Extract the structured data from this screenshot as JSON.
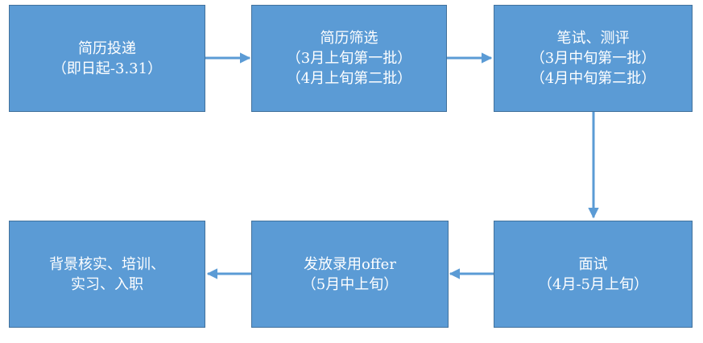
{
  "diagram": {
    "accent_color": "#5b9bd5",
    "border_color": "#41719c",
    "text_color": "#ffffff",
    "steps": [
      {
        "lines": [
          "简历投递",
          "（即日起-3.31）"
        ]
      },
      {
        "lines": [
          "简历筛选",
          "（3月上旬第一批）",
          "（4月上旬第二批）"
        ]
      },
      {
        "lines": [
          "笔试、测评",
          "（3月中旬第一批）",
          "（4月中旬第二批）"
        ]
      },
      {
        "lines": [
          "面试",
          "（4月-5月上旬）"
        ]
      },
      {
        "lines": [
          "发放录用offer",
          "（5月中上旬）"
        ]
      },
      {
        "lines": [
          "背景核实、培训、",
          "实习、入职"
        ]
      }
    ]
  }
}
